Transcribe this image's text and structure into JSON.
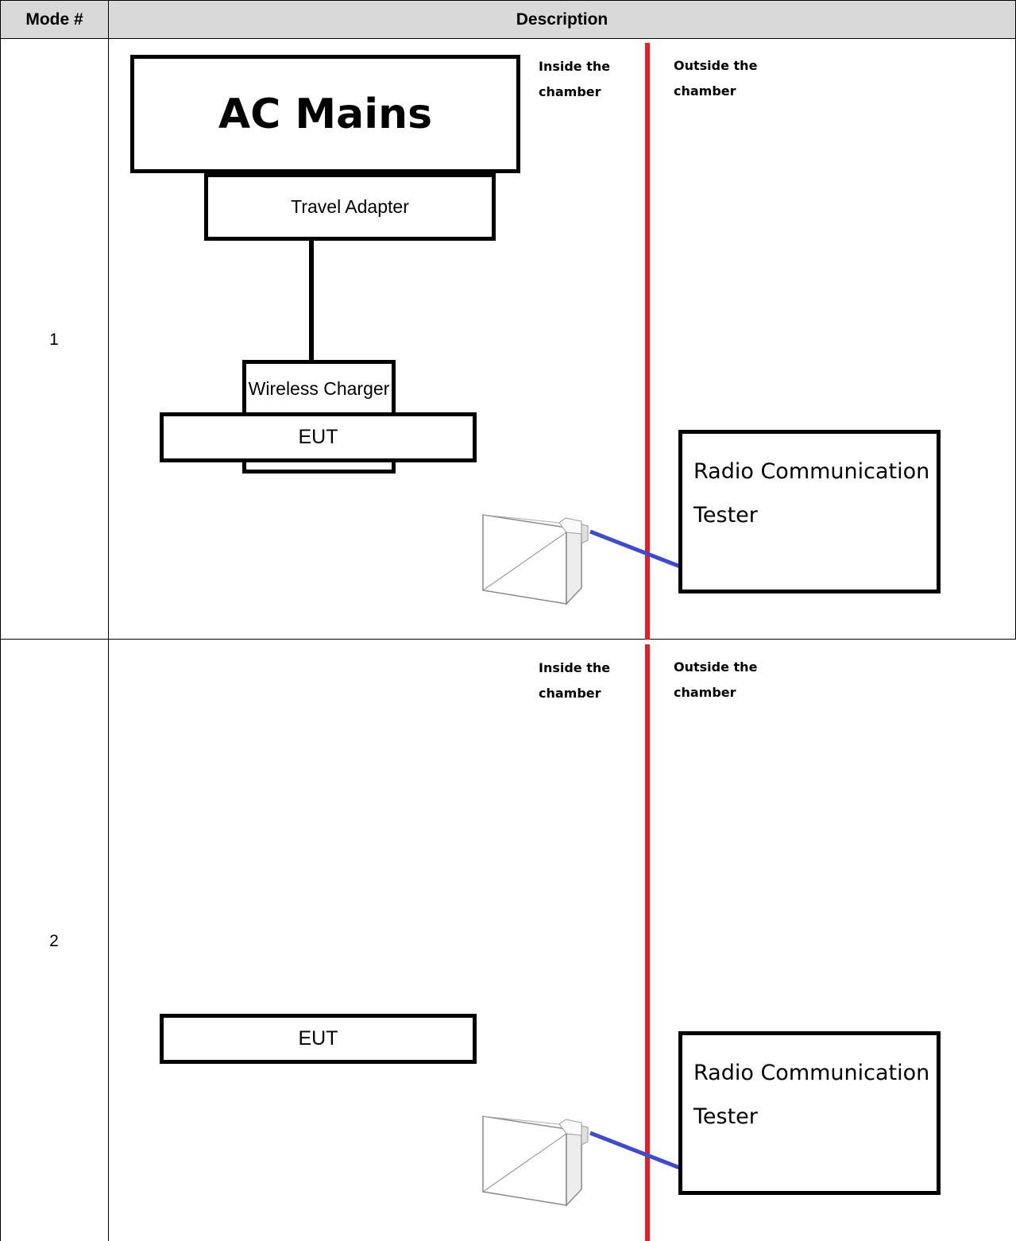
{
  "table": {
    "headers": {
      "mode": "Mode #",
      "description": "Description"
    },
    "rows": [
      {
        "mode": "1",
        "diagram": {
          "ac_mains": "AC Mains",
          "travel_adapter": "Travel Adapter",
          "wireless_charger": "Wireless Charger",
          "eut": "EUT",
          "inside_line1": "Inside the",
          "inside_line2": "chamber",
          "outside_line1": "Outside the",
          "outside_line2": "chamber",
          "tester_line1": "Radio Communication",
          "tester_line2": "Tester"
        }
      },
      {
        "mode": "2",
        "diagram": {
          "eut": "EUT",
          "inside_line1": "Inside the",
          "inside_line2": "chamber",
          "outside_line1": "Outside the",
          "outside_line2": "chamber",
          "tester_line1": "Radio Communication",
          "tester_line2": "Tester"
        }
      }
    ]
  },
  "colors": {
    "header_bg": "#d9d9d9",
    "chamber_wall": "#ed1c24",
    "rf_cable": "#3b4bd6",
    "border": "#000000"
  },
  "icons": {
    "antenna": "horn-antenna-icon"
  }
}
